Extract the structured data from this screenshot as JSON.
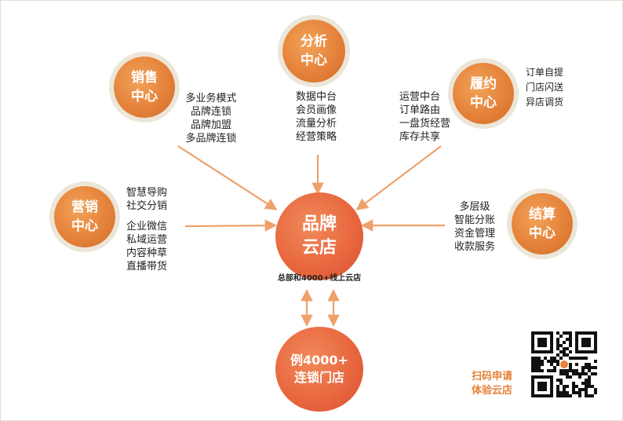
{
  "nodes": {
    "analysis": {
      "line1": "分析",
      "line2": "中心",
      "features": [
        "数据中台",
        "会员画像",
        "流量分析",
        "经营策略"
      ]
    },
    "sales": {
      "line1": "销售",
      "line2": "中心",
      "features": [
        "多业务模式",
        "品牌连锁",
        "品牌加盟",
        "多品牌连锁"
      ]
    },
    "fulfillment": {
      "line1": "履约",
      "line2": "中心",
      "features_left": [
        "运营中台",
        "订单路由",
        "一盘货经营",
        "库存共享"
      ],
      "features_right": [
        "订单自提",
        "门店闪送",
        "异店调货"
      ]
    },
    "marketing": {
      "line1": "营销",
      "line2": "中心",
      "features_a": [
        "智慧导购",
        "社交分销"
      ],
      "features_b": [
        "企业微信",
        "私域运营",
        "内容种草",
        "直播带货"
      ]
    },
    "settlement": {
      "line1": "结算",
      "line2": "中心",
      "features": [
        "多层级",
        "智能分账",
        "资金管理",
        "收款服务"
      ]
    }
  },
  "core": {
    "line1": "品牌",
    "line2": "云店",
    "caption": "总部和4000+线上云店"
  },
  "stores": {
    "line1": "例4000+",
    "line2": "连锁门店"
  },
  "cta": {
    "line1": "扫码申请",
    "line2": "体验云店"
  },
  "qr_icon": "qr-code-icon",
  "colors": {
    "hub_orange": "#e5823a",
    "core_red": "#e96840",
    "arrow": "#eea16a",
    "hub_ring": "#ece6d8"
  }
}
